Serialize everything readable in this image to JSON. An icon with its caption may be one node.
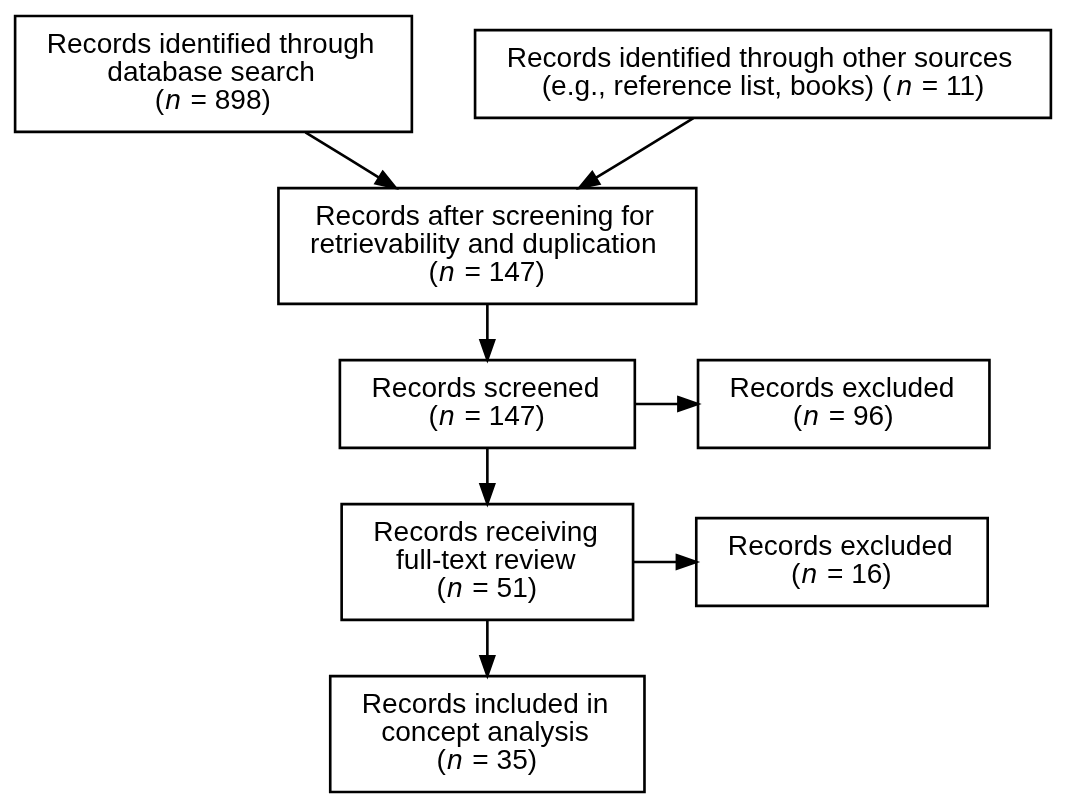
{
  "diagram": {
    "nodes": [
      {
        "text": [
          "Records identified through database search (*n* = 898)"
        ]
      },
      {
        "text": [
          "Records identified through other sources (e.g., reference list, books) (*n* = 11)"
        ]
      },
      {
        "text": [
          "Records after screening for retrievability and duplication (*n* = 147)"
        ]
      },
      {
        "text": [
          "Records screened (*n* = 147)"
        ]
      },
      {
        "text": [
          "Records excluded (*n* = 96)"
        ]
      },
      {
        "text": [
          "Records receiving full-text review (*n* = 51)"
        ]
      },
      {
        "text": [
          "Records excluded (*n* = 16)"
        ]
      },
      {
        "text": [
          "Records included in concept analysis (*n* = 35)"
        ]
      }
    ],
    "edges": [
      {
        "from": 0,
        "to": 2,
        "arrow": "to"
      },
      {
        "from": 1,
        "to": 2,
        "arrow": "to"
      },
      {
        "from": 2,
        "to": 3,
        "arrow": "to"
      },
      {
        "from": 3,
        "to": 4,
        "arrow": "to"
      },
      {
        "from": 3,
        "to": 5,
        "arrow": "to"
      },
      {
        "from": 5,
        "to": 6,
        "arrow": "to"
      },
      {
        "from": 5,
        "to": 7,
        "arrow": "to"
      }
    ]
  }
}
